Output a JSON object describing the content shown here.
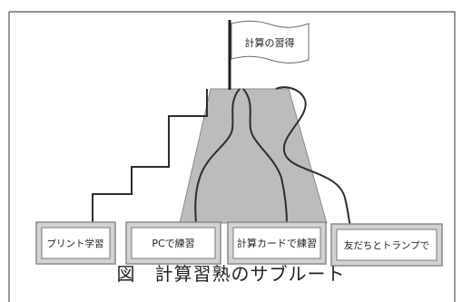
{
  "diagram": {
    "goal_flag_label": "計算の習得",
    "boxes": [
      {
        "label": "プリント学習"
      },
      {
        "label": "PCで練習"
      },
      {
        "label": "計算カードで練習"
      },
      {
        "label": "友だちとトランプで"
      }
    ],
    "caption": "図　計算習熟のサブルート",
    "colors": {
      "hill_fill": "#bcbcbc",
      "box_border": "#8a8a8a",
      "box_fill": "#ffffff",
      "path_stroke": "#2e2e2e",
      "frame_stroke": "#555555"
    }
  }
}
